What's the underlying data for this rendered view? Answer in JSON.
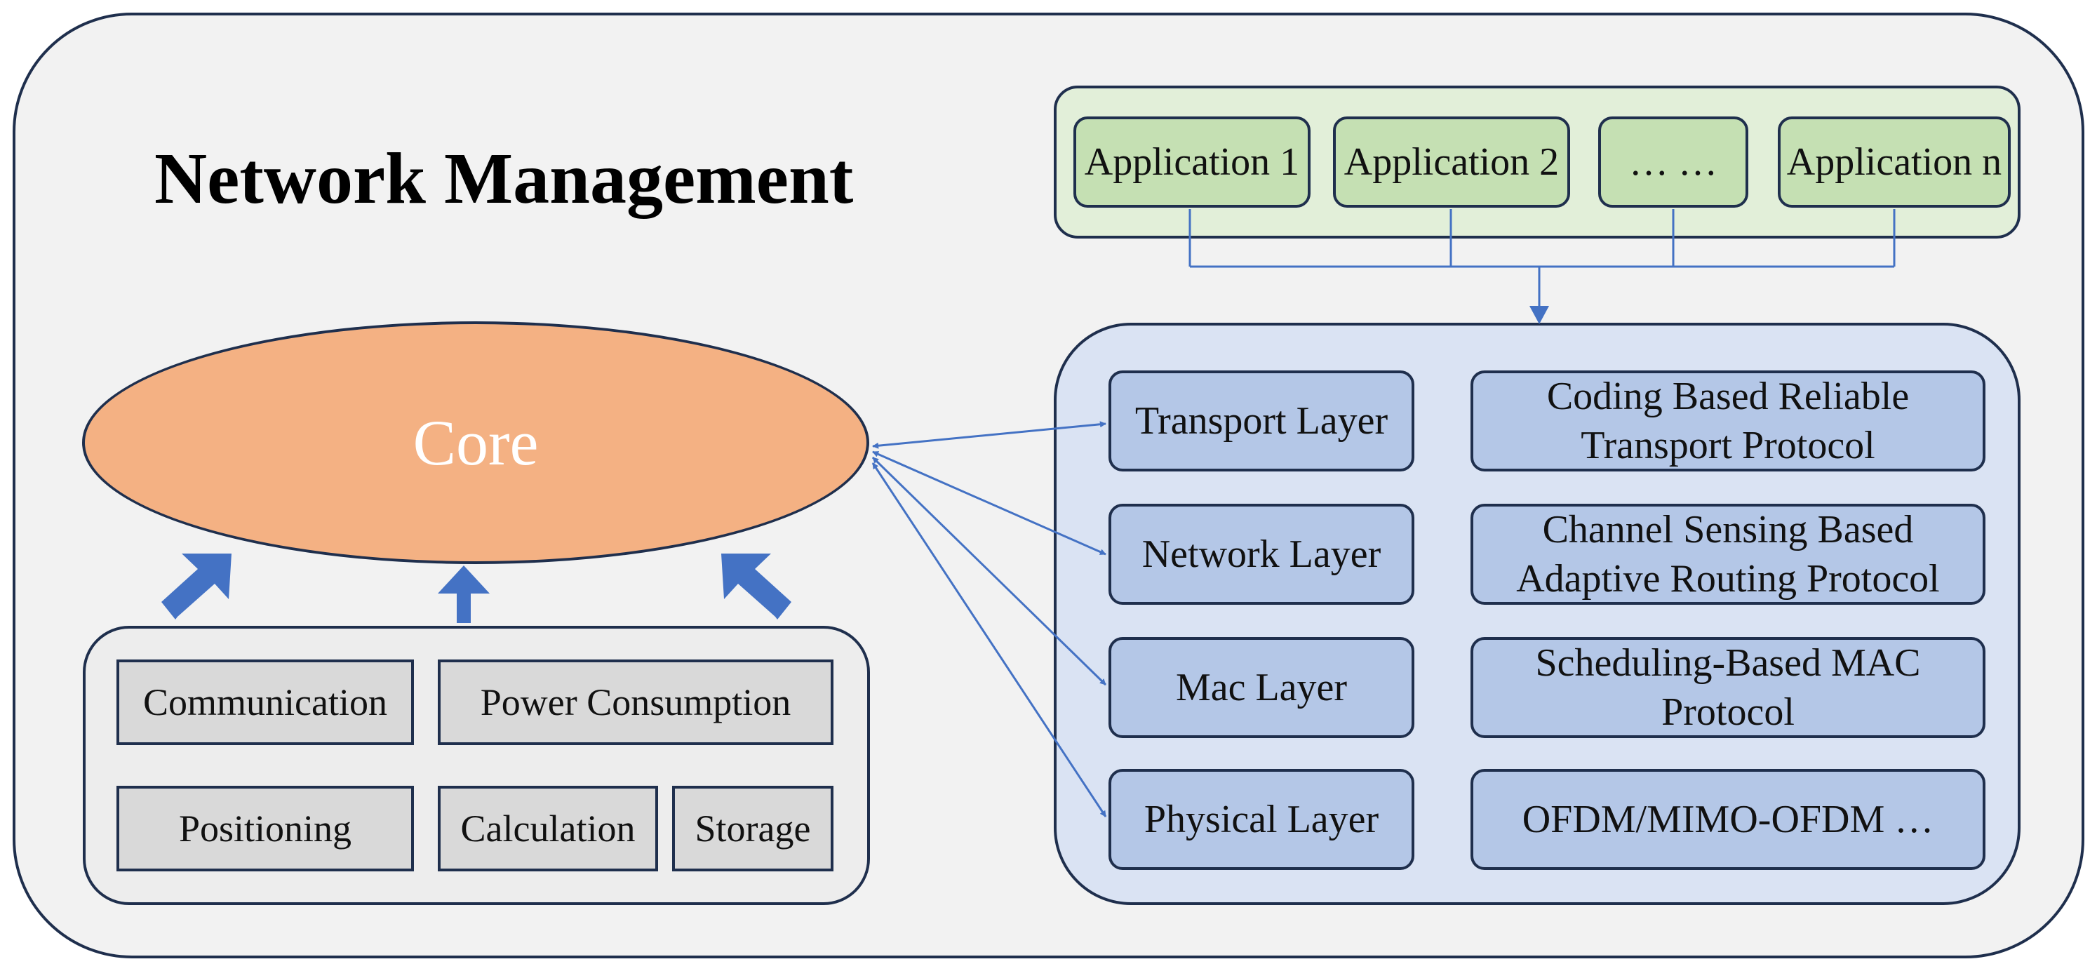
{
  "title": "Network Management",
  "applications": [
    "Application 1",
    "Application 2",
    "… …",
    "Application n"
  ],
  "core": "Core",
  "layers": [
    "Transport Layer",
    "Network Layer",
    "Mac Layer",
    "Physical Layer"
  ],
  "protocols": [
    "Coding Based Reliable Transport Protocol",
    "Channel Sensing Based Adaptive Routing Protocol",
    "Scheduling-Based MAC Protocol",
    "OFDM/MIMO-OFDM …"
  ],
  "resources": [
    "Communication",
    "Power Consumption",
    "Positioning",
    "Calculation",
    "Storage"
  ],
  "colors": {
    "border": "#1f2f4d",
    "background": "#f2f2f2",
    "app_panel": "#e2efd9",
    "app_box": "#c5e0b3",
    "layer_panel": "#dae3f3",
    "layer_box": "#b4c7e7",
    "core": "#f4b183",
    "resource_box": "#d9d9d9",
    "arrow": "#4472c4"
  }
}
